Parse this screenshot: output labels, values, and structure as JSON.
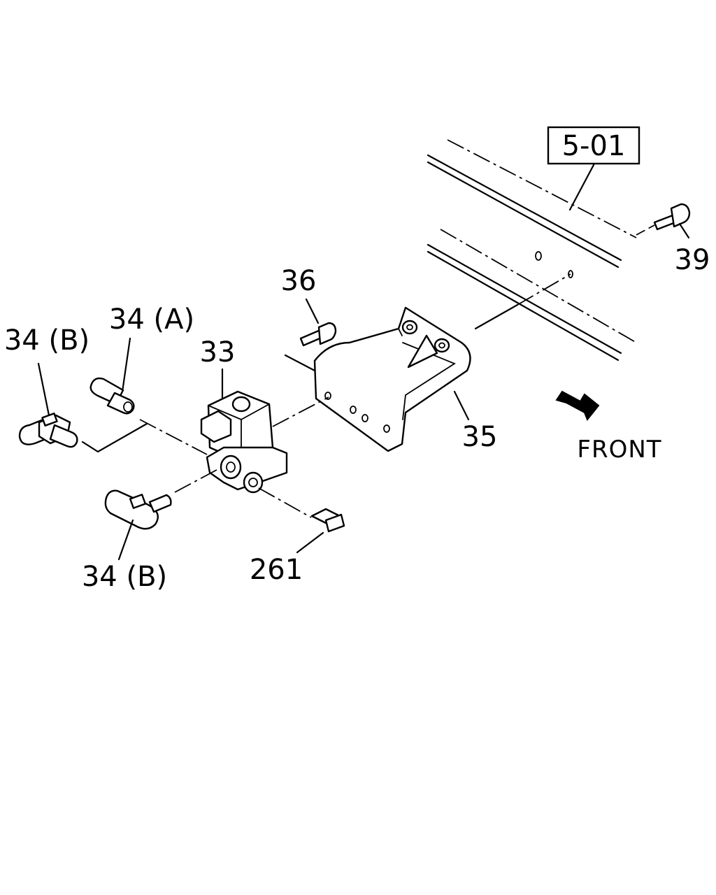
{
  "reference": {
    "label": "5-01"
  },
  "labels": {
    "p39": "39",
    "p36": "36",
    "p34a": "34 (A)",
    "p34b_top": "34 (B)",
    "p33": "33",
    "p35": "35",
    "p34b_bottom": "34 (B)",
    "p261": "261"
  },
  "direction": {
    "label": "FRONT"
  }
}
